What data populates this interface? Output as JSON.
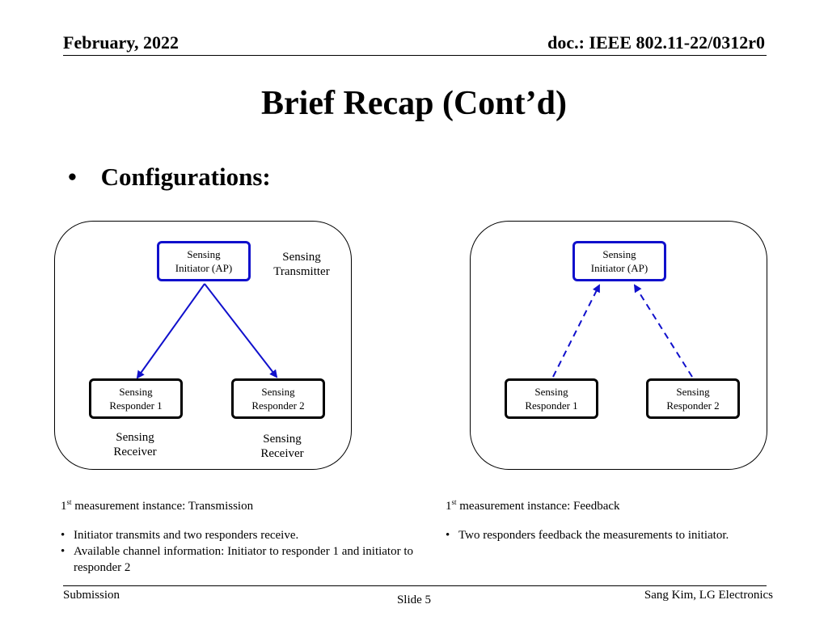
{
  "header": {
    "date": "February, 2022",
    "doc_id": "doc.: IEEE 802.11-22/0312r0"
  },
  "slide": {
    "title": "Brief Recap (Cont’d)",
    "bullet": "Configurations:"
  },
  "left_panel": {
    "initiator": "Sensing\nInitiator (AP)",
    "transmitter_label": "Sensing\nTransmitter",
    "responder1": "Sensing\nResponder 1",
    "responder2": "Sensing\nResponder 2",
    "receiver1_label": "Sensing\nReceiver",
    "receiver2_label": "Sensing\nReceiver",
    "caption_prefix": "1",
    "caption_sup": "st",
    "caption_rest": " measurement instance: Transmission",
    "points": [
      "Initiator transmits and two responders receive.",
      "Available channel information: Initiator to responder 1 and initiator to responder 2"
    ]
  },
  "right_panel": {
    "initiator": "Sensing\nInitiator (AP)",
    "responder1": "Sensing\nResponder 1",
    "responder2": "Sensing\nResponder 2",
    "caption_prefix": "1",
    "caption_sup": "st",
    "caption_rest": " measurement instance: Feedback",
    "points": [
      "Two responders feedback the measurements to initiator."
    ]
  },
  "footer": {
    "left": "Submission",
    "center": "Slide 5",
    "right": "Sang Kim, LG Electronics"
  },
  "colors": {
    "link": "#1010cc"
  }
}
